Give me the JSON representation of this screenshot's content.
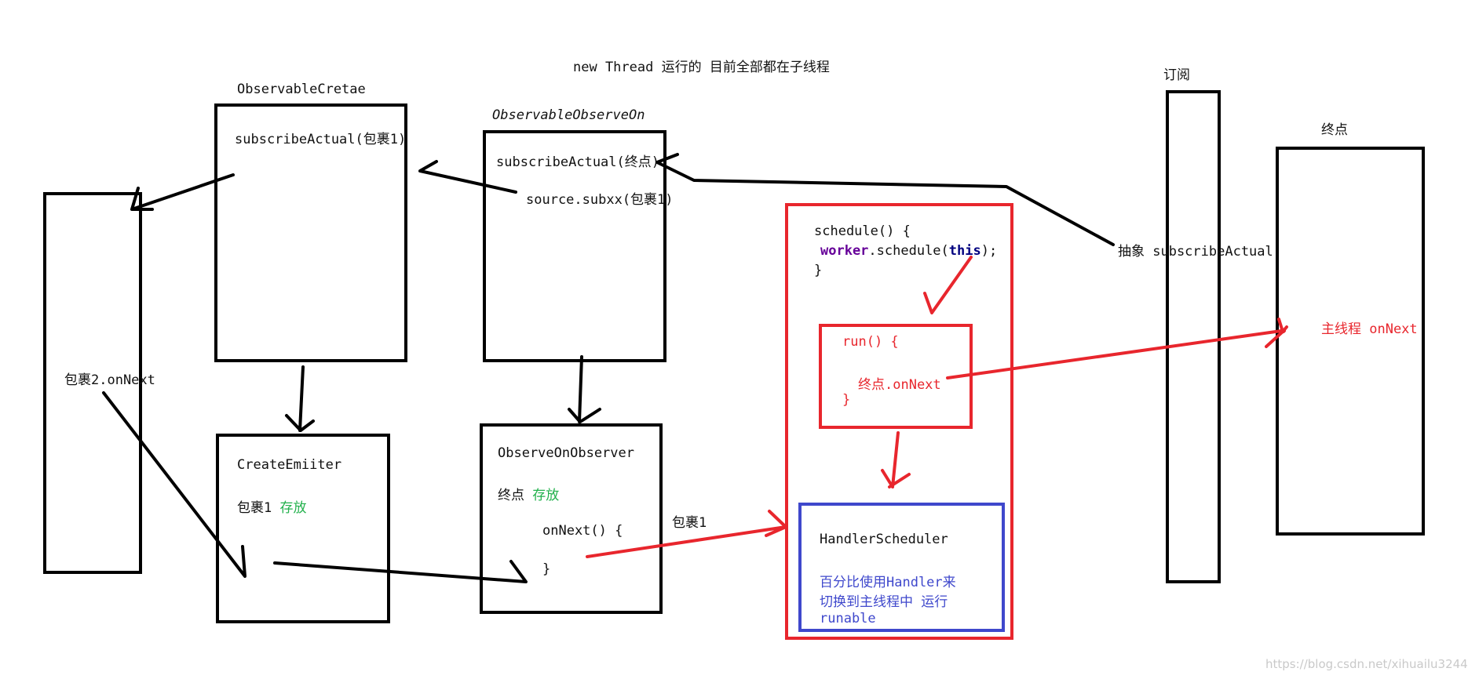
{
  "colors": {
    "black": "#000000",
    "red": "#e8262d",
    "green": "#22b14c",
    "blue": "#3f48cc",
    "keyword_purple": "#660099",
    "keyword_navy": "#000080"
  },
  "title": "new Thread 运行的  目前全部都在子线程",
  "left_bar": {
    "label": "包裹2.onNext"
  },
  "observable_create": {
    "title": "ObservableCretae",
    "line1": "subscribeActual(包裹1)"
  },
  "create_emitter": {
    "title": "CreateEmiiter",
    "line1_prefix": "包裹1 ",
    "line1_highlight": "存放"
  },
  "observable_observe_on": {
    "title": "ObservableObserveOn",
    "line1": "subscribeActual(终点)",
    "line2": "source.subxx(包裹1)"
  },
  "observe_on_observer": {
    "title": "ObserveOnObserver",
    "line1_prefix": "终点 ",
    "line1_highlight": "存放",
    "line2": "onNext() {",
    "line3": "}"
  },
  "arrow_label_package1": "包裹1",
  "schedule_box": {
    "line1": "schedule() {",
    "line2_kw": "worker",
    "line2_mid": ".schedule(",
    "line2_this": "this",
    "line2_end": ");",
    "line3": "}"
  },
  "run_box": {
    "line1": "run() {",
    "line2": "终点.onNext",
    "line3": "}"
  },
  "handler_box": {
    "title": "HandlerScheduler",
    "desc1": "百分比使用Handler来",
    "desc2": "切换到主线程中 运行",
    "desc3": "runable"
  },
  "subscribe_bar": {
    "title": "订阅",
    "label": "抽象 subscribeActual"
  },
  "endpoint": {
    "title": "终点",
    "label": "主线程 onNext"
  },
  "watermark": "https://blog.csdn.net/xihuailu3244"
}
